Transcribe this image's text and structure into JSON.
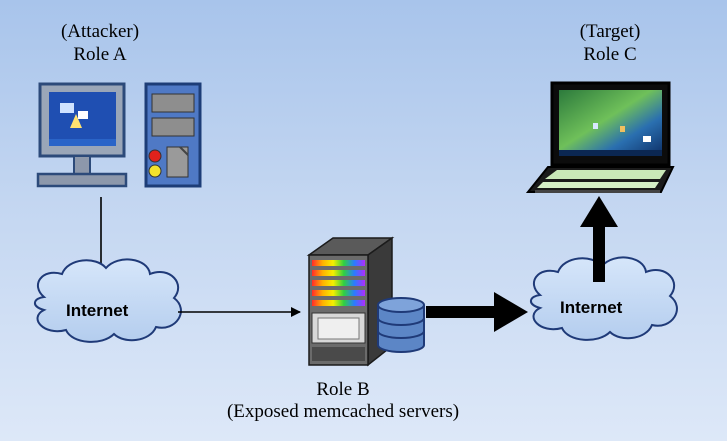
{
  "colors": {
    "background_top": "#a8c4eb",
    "background_bottom": "#dde8f8",
    "cloud_fill": "#c6dcf5",
    "cloud_stroke": "#1f3a78",
    "arrow": "#000000",
    "database": "#5c86c6"
  },
  "role_a": {
    "qualifier": "(Attacker)",
    "name": "Role A",
    "device": "desktop-computer-icon"
  },
  "role_b": {
    "name": "Role B",
    "description": "(Exposed memcached servers)",
    "device": "server-rack-icon",
    "storage": "database-icon"
  },
  "role_c": {
    "qualifier": "(Target)",
    "name": "Role C",
    "device": "laptop-icon"
  },
  "internet_left": {
    "label": "Internet"
  },
  "internet_right": {
    "label": "Internet"
  }
}
